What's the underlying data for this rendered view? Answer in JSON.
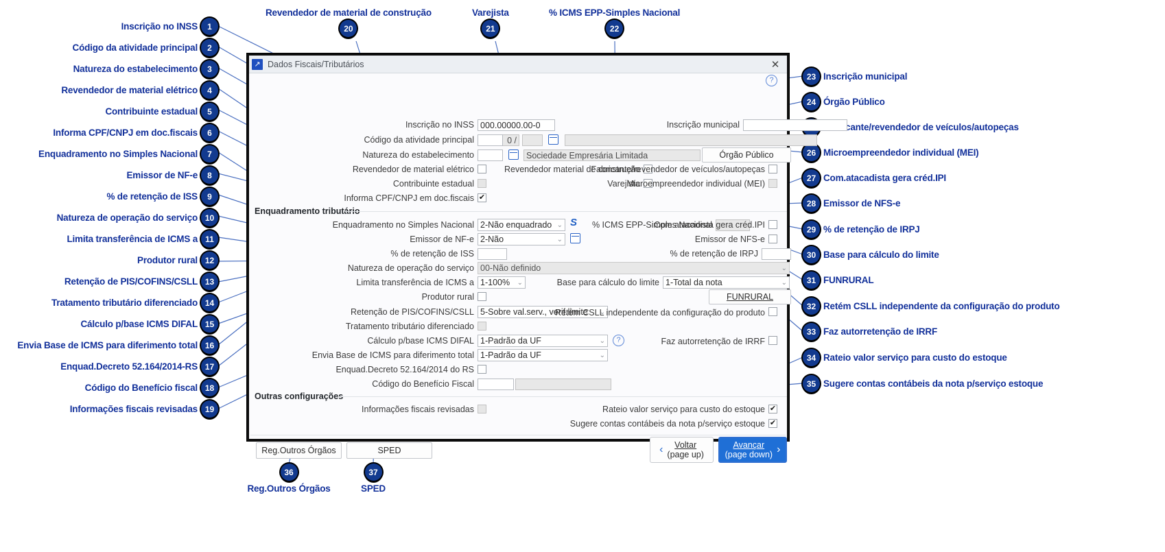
{
  "dialog": {
    "title": "Dados Fiscais/Tributários",
    "close_icon": "✕",
    "title_icon": "↗",
    "help_icon": "?",
    "groups": {
      "enquadramento": "Enquadramento tributário",
      "outras": "Outras configurações"
    },
    "fields": {
      "inscricao_inss": {
        "label": "Inscrição no INSS",
        "value": "000.00000.00-0"
      },
      "inscricao_municipal": {
        "label": "Inscrição municipal",
        "value": ""
      },
      "codigo_atividade": {
        "label": "Código da atividade principal",
        "value": "",
        "sep": "0 /",
        "value2": "",
        "value3": ""
      },
      "natureza_estab": {
        "label": "Natureza do estabelecimento",
        "value": "",
        "desc": "Sociedade Empresária Limitada"
      },
      "orgao_publico": {
        "label": "Órgão Público"
      },
      "revendedor_eletrico": {
        "label": "Revendedor de material elétrico",
        "checked": false,
        "mark": ""
      },
      "revendedor_construcao": {
        "label": "Revendedor material de construção",
        "checked": false,
        "mark": ""
      },
      "fabricante_veiculos": {
        "label": "Fabricante/revendedor de veículos/autopeças",
        "checked": false,
        "mark": ""
      },
      "contribuinte_estadual": {
        "label": "Contribuinte estadual",
        "checked": false,
        "mark": "",
        "disabled": true
      },
      "varejista": {
        "label": "Varejista",
        "checked": false,
        "mark": ""
      },
      "mei": {
        "label": "Microempreendedor individual (MEI)",
        "checked": false,
        "mark": "",
        "disabled": true
      },
      "informa_cpf": {
        "label": "Informa CPF/CNPJ em doc.fiscais",
        "checked": true,
        "mark": "✔"
      },
      "simples_nacional": {
        "label": "Enquadramento no Simples Nacional",
        "value": "2-Não enquadrado"
      },
      "icms_epp": {
        "label": "% ICMS EPP-Simples Nacional",
        "value": ""
      },
      "com_atacadista_ipi": {
        "label": "Com.atacadista gera créd.IPI",
        "checked": false,
        "mark": ""
      },
      "emissor_nfe": {
        "label": "Emissor de NF-e",
        "value": "2-Não"
      },
      "emissor_nfse": {
        "label": "Emissor de NFS-e",
        "checked": false,
        "mark": ""
      },
      "retencao_iss": {
        "label": "% de retenção de ISS",
        "value": ""
      },
      "retencao_irpj": {
        "label": "% de retenção de IRPJ",
        "value": ""
      },
      "natureza_operacao": {
        "label": "Natureza de operação do serviço",
        "value": "00-Não definido"
      },
      "limita_icms": {
        "label": "Limita transferência de ICMS a",
        "value": "1-100%"
      },
      "base_limite": {
        "label": "Base para cálculo do limite",
        "value": "1-Total da nota"
      },
      "produtor_rural": {
        "label": "Produtor rural",
        "checked": false,
        "mark": ""
      },
      "funrural": {
        "label": "FUNRURAL"
      },
      "retencao_pis": {
        "label": "Retenção de PIS/COFINS/CSLL",
        "value": "5-Sobre val.serv., verif.limite"
      },
      "retem_csll": {
        "label": "Retém CSLL independente da configuração do produto",
        "checked": false,
        "mark": ""
      },
      "tratamento_dif": {
        "label": "Tratamento tributário diferenciado",
        "checked": false,
        "mark": "",
        "disabled": true
      },
      "calculo_difal": {
        "label": "Cálculo p/base ICMS DIFAL",
        "value": "1-Padrão da UF",
        "help": "?"
      },
      "autorretencao_irrf": {
        "label": "Faz autorretenção de IRRF",
        "checked": false,
        "mark": ""
      },
      "envia_base_icms": {
        "label": "Envia Base de ICMS para diferimento total",
        "value": "1-Padrão da UF"
      },
      "enquad_decreto": {
        "label": "Enquad.Decreto 52.164/2014 do RS",
        "checked": false,
        "mark": ""
      },
      "codigo_beneficio": {
        "label": "Código do Benefício Fiscal",
        "value": "",
        "desc": ""
      },
      "info_revisadas": {
        "label": "Informações fiscais revisadas",
        "checked": false,
        "mark": "",
        "disabled": true
      },
      "rateio_valor": {
        "label": "Rateio valor serviço para custo do estoque",
        "checked": true,
        "mark": "✔"
      },
      "sugere_contas": {
        "label": "Sugere contas contábeis da nota p/serviço estoque",
        "checked": true,
        "mark": "✔"
      }
    },
    "footer": {
      "reg_outros_orgaos": "Reg.Outros Órgãos",
      "sped": "SPED",
      "voltar_line1": "Voltar",
      "voltar_line2": "(page up)",
      "voltar_arrow": "‹",
      "avancar_line1": "Avançar",
      "avancar_line2": "(page down)",
      "avancar_arrow": "›"
    }
  },
  "annotations": {
    "accent": "#12309a",
    "bubble_bg": "#123a8f",
    "items": [
      {
        "n": "1",
        "text": "Inscrição no INSS"
      },
      {
        "n": "2",
        "text": "Código da atividade principal"
      },
      {
        "n": "3",
        "text": "Natureza do estabelecimento"
      },
      {
        "n": "4",
        "text": "Revendedor de material elétrico"
      },
      {
        "n": "5",
        "text": "Contribuinte estadual"
      },
      {
        "n": "6",
        "text": "Informa CPF/CNPJ em doc.fiscais"
      },
      {
        "n": "7",
        "text": "Enquadramento no Simples Nacional"
      },
      {
        "n": "8",
        "text": "Emissor de NF-e"
      },
      {
        "n": "9",
        "text": "% de retenção de ISS"
      },
      {
        "n": "10",
        "text": "Natureza de operação do serviço"
      },
      {
        "n": "11",
        "text": "Limita transferência de ICMS a"
      },
      {
        "n": "12",
        "text": "Produtor rural"
      },
      {
        "n": "13",
        "text": "Retenção de PIS/COFINS/CSLL"
      },
      {
        "n": "14",
        "text": "Tratamento tributário diferenciado"
      },
      {
        "n": "15",
        "text": "Cálculo p/base ICMS DIFAL"
      },
      {
        "n": "16",
        "text": "Envia Base de ICMS para diferimento total"
      },
      {
        "n": "17",
        "text": "Enquad.Decreto 52.164/2014-RS"
      },
      {
        "n": "18",
        "text": "Código do Benefício fiscal"
      },
      {
        "n": "19",
        "text": "Informações fiscais revisadas"
      },
      {
        "n": "20",
        "text": "Revendedor de material de construção"
      },
      {
        "n": "21",
        "text": "Varejista"
      },
      {
        "n": "22",
        "text": "% ICMS EPP-Simples Nacional"
      },
      {
        "n": "23",
        "text": "Inscrição municipal"
      },
      {
        "n": "24",
        "text": "Órgão Público"
      },
      {
        "n": "25",
        "text": "Fabricante/revendedor de veículos/autopeças"
      },
      {
        "n": "26",
        "text": "Microempreendedor individual (MEI)"
      },
      {
        "n": "27",
        "text": "Com.atacadista gera créd.IPI"
      },
      {
        "n": "28",
        "text": "Emissor de NFS-e"
      },
      {
        "n": "29",
        "text": "% de retenção de IRPJ"
      },
      {
        "n": "30",
        "text": "Base para cálculo do limite"
      },
      {
        "n": "31",
        "text": "FUNRURAL"
      },
      {
        "n": "32",
        "text": "Retém CSLL independente da configuração do produto"
      },
      {
        "n": "33",
        "text": "Faz autorretenção de IRRF"
      },
      {
        "n": "34",
        "text": "Rateio valor serviço para custo do estoque"
      },
      {
        "n": "35",
        "text": "Sugere contas contábeis da nota p/serviço estoque"
      },
      {
        "n": "36",
        "text": "Reg.Outros Órgãos"
      },
      {
        "n": "37",
        "text": "SPED"
      }
    ]
  }
}
